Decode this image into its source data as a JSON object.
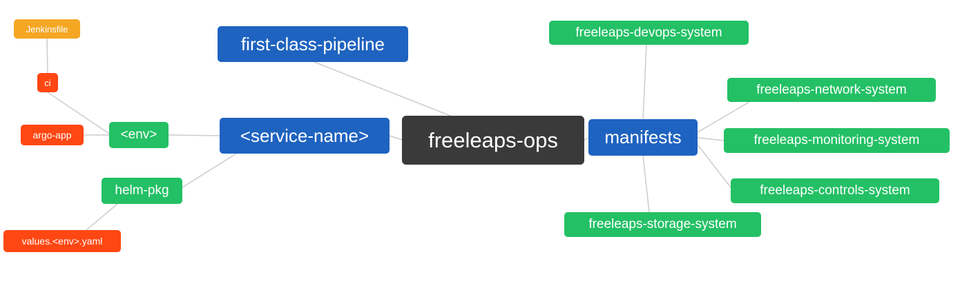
{
  "colors": {
    "blue": "#1f63c0",
    "green": "#23c065",
    "red": "#ff4713",
    "orange": "#f5a623",
    "dark": "#3a3a3a",
    "line": "#cccccc",
    "text": "#ffffff"
  },
  "diagram": {
    "type": "mindmap",
    "root": "freeleaps-ops",
    "nodes": {
      "root": {
        "label": "freeleaps-ops",
        "color": "dark"
      },
      "first_class_pipeline": {
        "label": "first-class-pipeline",
        "color": "blue"
      },
      "service_name": {
        "label": "<service-name>",
        "color": "blue"
      },
      "manifests": {
        "label": "manifests",
        "color": "blue"
      },
      "env": {
        "label": "<env>",
        "color": "green"
      },
      "helm_pkg": {
        "label": "helm-pkg",
        "color": "green"
      },
      "ci": {
        "label": "ci",
        "color": "red"
      },
      "argo_app": {
        "label": "argo-app",
        "color": "red"
      },
      "jenkinsfile": {
        "label": "Jenkinsfile",
        "color": "orange"
      },
      "values_env_yaml": {
        "label": "values.<env>.yaml",
        "color": "red"
      },
      "devops_system": {
        "label": "freeleaps-devops-system",
        "color": "green"
      },
      "network_system": {
        "label": "freeleaps-network-system",
        "color": "green"
      },
      "monitoring_system": {
        "label": "freeleaps-monitoring-system",
        "color": "green"
      },
      "controls_system": {
        "label": "freeleaps-controls-system",
        "color": "green"
      },
      "storage_system": {
        "label": "freeleaps-storage-system",
        "color": "green"
      }
    },
    "edges": [
      [
        "jenkinsfile",
        "ci"
      ],
      [
        "ci",
        "env"
      ],
      [
        "argo_app",
        "env"
      ],
      [
        "env",
        "service_name"
      ],
      [
        "values_env_yaml",
        "helm_pkg"
      ],
      [
        "helm_pkg",
        "service_name"
      ],
      [
        "service_name",
        "root"
      ],
      [
        "first_class_pipeline",
        "root"
      ],
      [
        "root",
        "manifests"
      ],
      [
        "manifests",
        "devops_system"
      ],
      [
        "manifests",
        "network_system"
      ],
      [
        "manifests",
        "monitoring_system"
      ],
      [
        "manifests",
        "controls_system"
      ],
      [
        "manifests",
        "storage_system"
      ]
    ]
  }
}
